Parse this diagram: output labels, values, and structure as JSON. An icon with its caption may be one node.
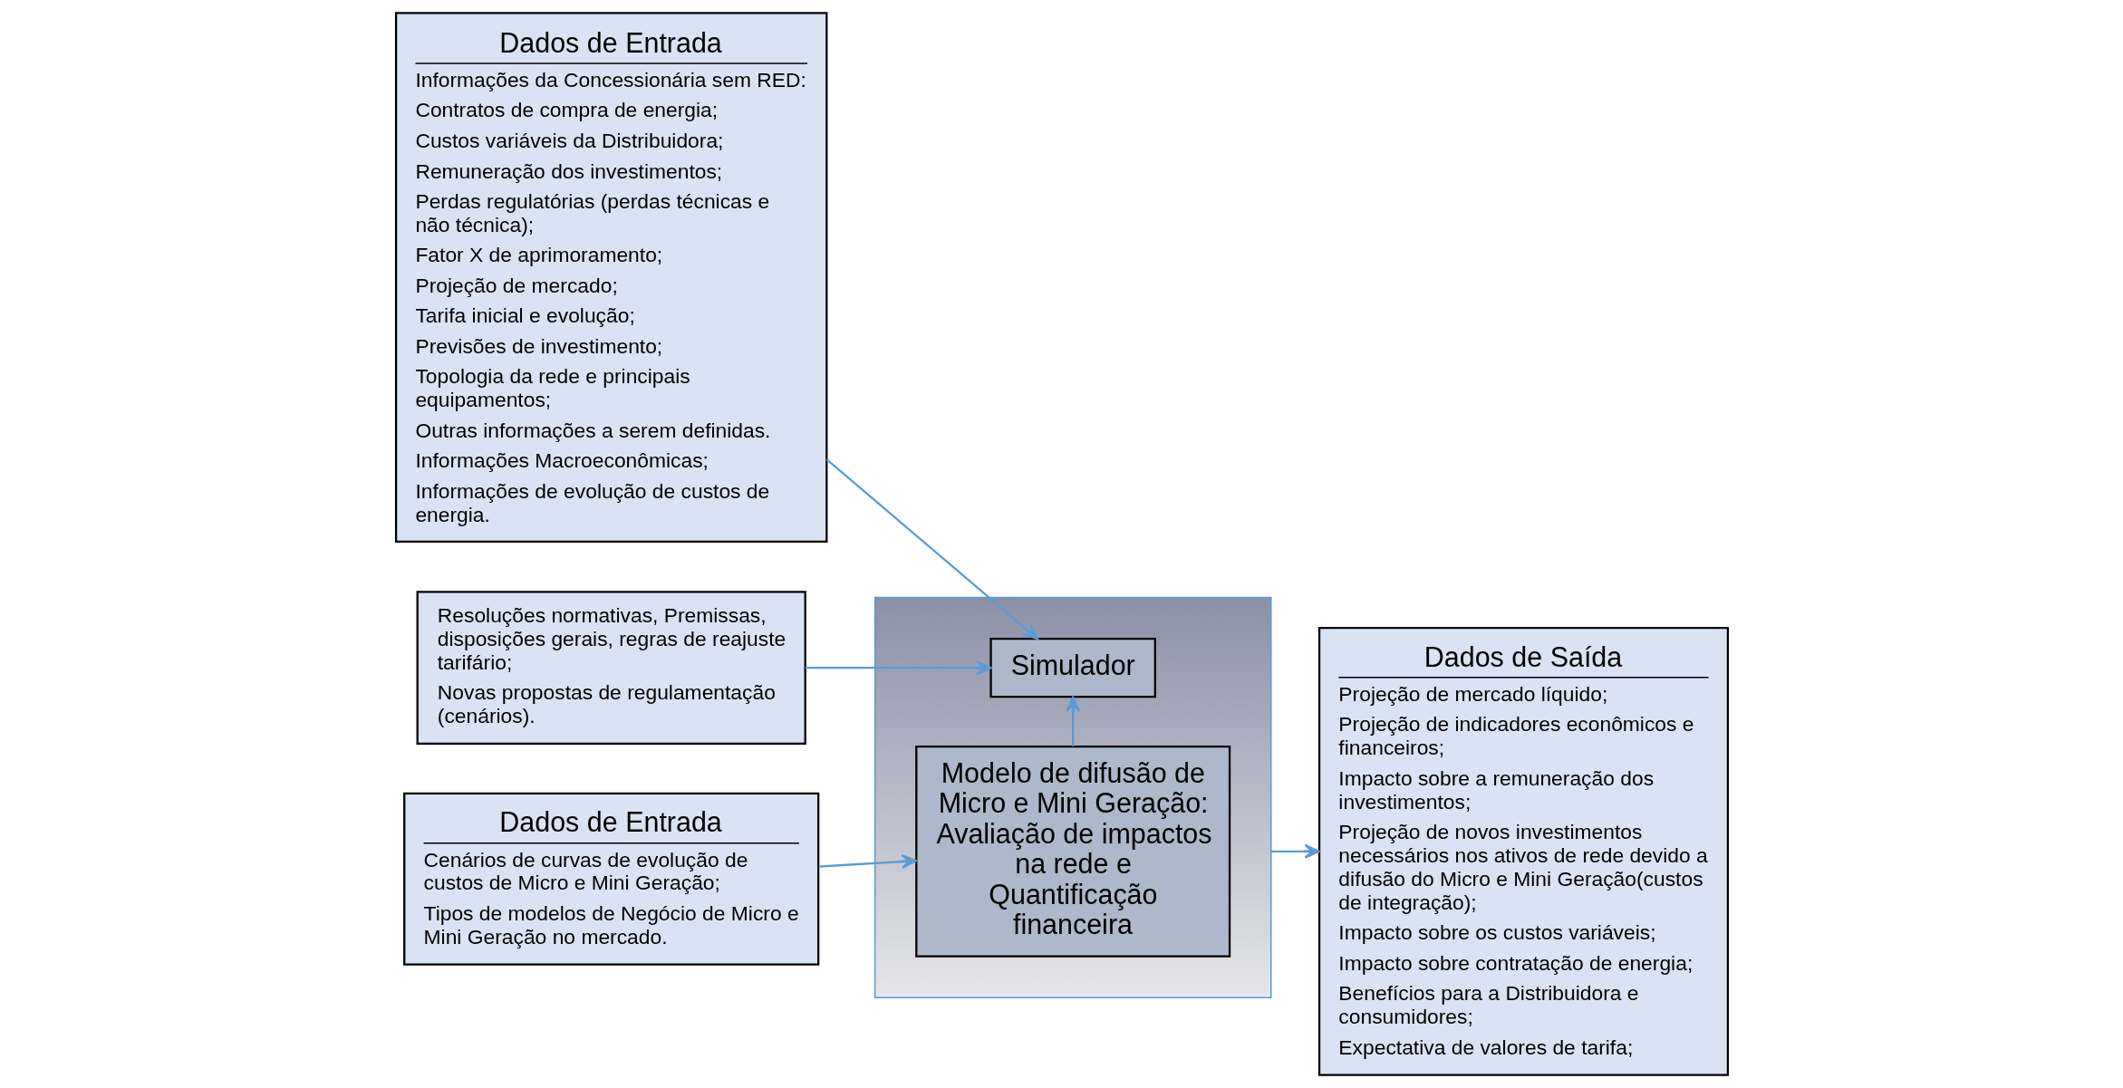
{
  "diagram": {
    "nodes": [
      {
        "text": [
          "Dados de Entrada",
          "Informações da Concessionária sem RED:",
          "Contratos de compra de energia;",
          "Custos variáveis da Distribuidora;",
          "Remuneração dos investimentos;",
          "Perdas regulatórias (perdas técnicas e não técnica);",
          "Fator X de aprimoramento;",
          "Projeção de mercado;",
          "Tarifa inicial e evolução;",
          "Previsões de investimento;",
          "Topologia da rede e principais equipamentos;",
          "Outras informações a serem definidas.",
          "Informações Macroeconômicas;",
          "Informações de evolução de custos de energia."
        ]
      },
      {
        "text": [],
        "shape": "box"
      },
      {
        "text": [
          "Simulador"
        ],
        "in": 1
      },
      {
        "text": [
          "Modelo de difusão de Micro e Mini Geração: Avaliação de impactos na rede e Quantificação financeira"
        ],
        "in": 1
      },
      {
        "text": [
          "Resoluções normativas, Premissas, disposições gerais, regras de reajuste tarifário;",
          "Novas propostas de regulamentação (cenários)."
        ]
      },
      {
        "text": [
          "Dados de Saída",
          "Projeção de mercado líquido;",
          "Projeção de indicadores econômicos e financeiros;",
          "Impacto sobre a remuneração dos investimentos;",
          "Projeção de novos investimentos necessários nos ativos de rede devido a difusão do Micro e Mini Geração(custos de integração);",
          "Impacto sobre os custos variáveis;",
          "Impacto sobre contratação de energia;",
          "Benefícios para a Distribuidora e consumidores;",
          "Expectativa de valores de tarifa;"
        ]
      },
      {
        "text": [
          "Dados de Entrada",
          "Cenários de curvas de evolução de custos de Micro e Mini Geração;",
          "Tipos de modelos de Negócio de Micro e Mini Geração no mercado."
        ]
      }
    ],
    "edges": [
      {
        "from": 0,
        "to": 2,
        "arrow": "to"
      },
      {
        "from": 4,
        "to": 2,
        "arrow": "to"
      },
      {
        "from": 3,
        "to": 2,
        "arrow": "to"
      },
      {
        "from": 1,
        "to": 5,
        "arrow": "to"
      },
      {
        "from": 6,
        "to": 3,
        "arrow": "to"
      }
    ]
  }
}
